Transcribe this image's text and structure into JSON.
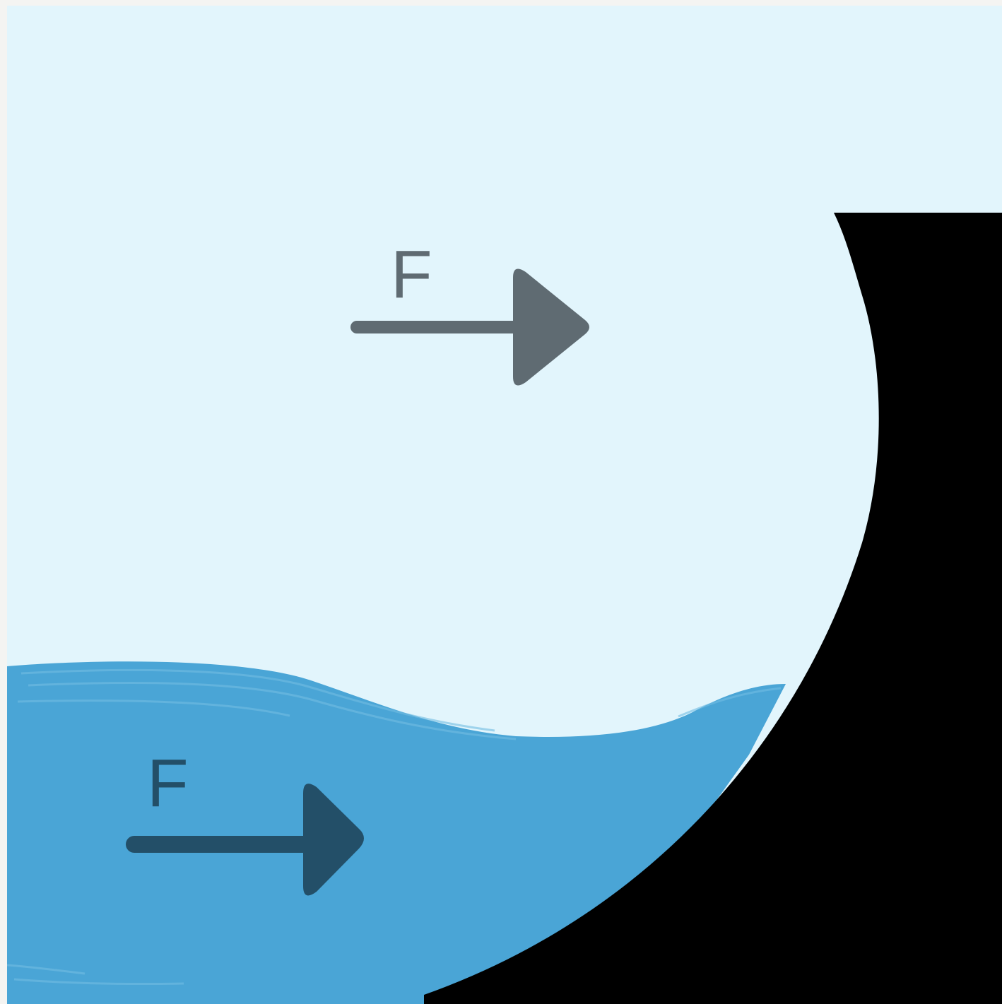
{
  "diagram": {
    "colors": {
      "frame_background": "#f4f4f2",
      "air": "#e2f5fc",
      "water": "#4aa5d6",
      "water_streak": "#72bde3",
      "obstacle": "#000000",
      "upper_force": "#5f6b72",
      "lower_force": "#234f68"
    },
    "upper_force": {
      "label": "F",
      "direction": "right",
      "medium": "air",
      "icon": "right-arrow-icon"
    },
    "lower_force": {
      "label": "F",
      "direction": "right",
      "medium": "water",
      "icon": "right-arrow-icon"
    }
  }
}
